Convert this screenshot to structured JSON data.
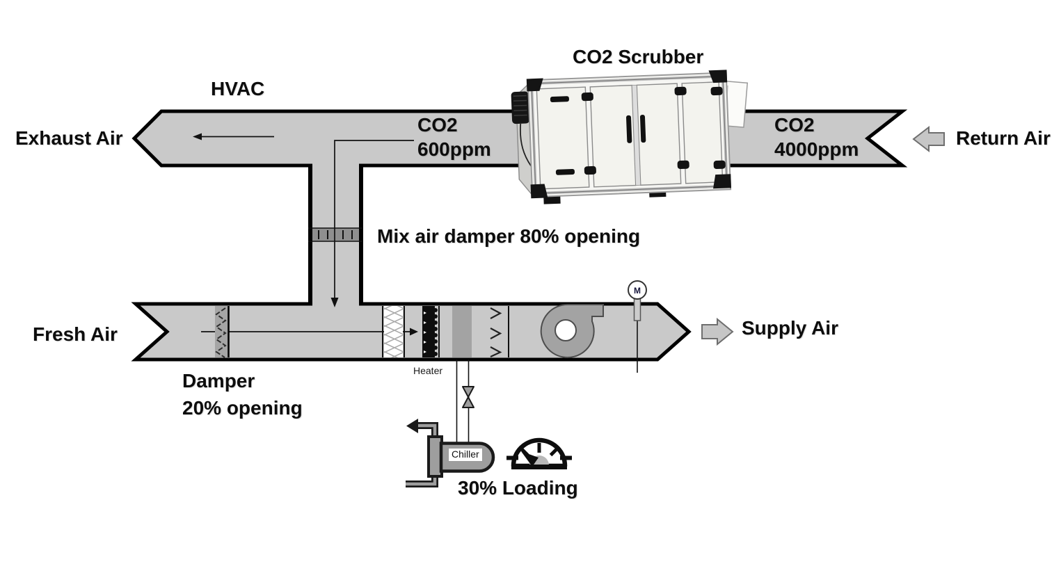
{
  "diagram": {
    "labels": {
      "hvac": "HVAC",
      "exhaust_air": "Exhaust Air",
      "co2_scrubber": "CO2 Scrubber",
      "co2_mid_line1": "CO2",
      "co2_mid_line2": "600ppm",
      "co2_right_line1": "CO2",
      "co2_right_line2": "4000ppm",
      "return_air": "Return Air",
      "mix_damper": "Mix air damper 80% opening",
      "fresh_air": "Fresh Air",
      "supply_air": "Supply Air",
      "damper_line1": "Damper",
      "damper_line2": "20% opening",
      "heater": "Heater",
      "chiller": "Chiller",
      "loading": "30% Loading",
      "motor": "M"
    },
    "values": {
      "exhaust_co2_ppm": 600,
      "return_co2_ppm": 4000,
      "mix_air_damper_opening_pct": 80,
      "fresh_air_damper_opening_pct": 20,
      "chiller_loading_pct": 30
    },
    "colors": {
      "background": "#ffffff",
      "duct_fill": "#c9c9c9",
      "outline": "#000000",
      "damper_band": "#8f8f8f",
      "component_gray": "#a3a3a3",
      "block_arrow_fill": "#c6c6c6"
    }
  }
}
